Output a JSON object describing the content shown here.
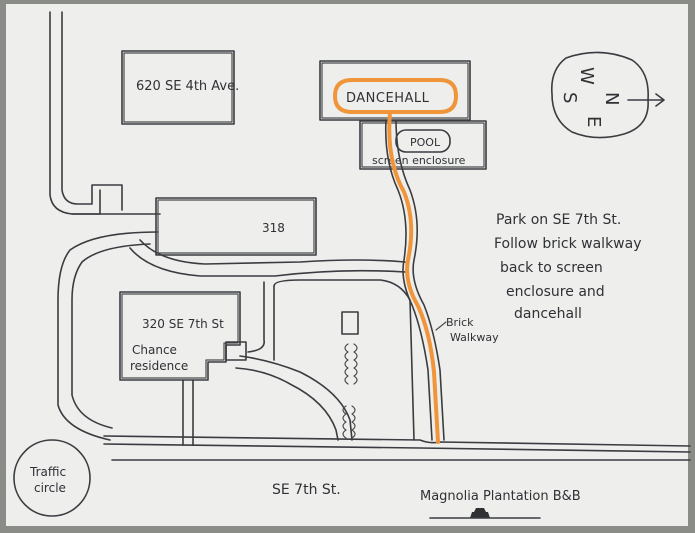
{
  "colors": {
    "paper": "#eeeeed",
    "ink": "#3a3c40",
    "path_highlight": "#f0953a"
  },
  "buildings": {
    "house_620": "620 SE 4th Ave.",
    "dancehall": "DANCEHALL",
    "pool": "POOL",
    "screen_enclosure": "screen enclosure",
    "building_318": "318",
    "residence_320_address": "320 SE 7th St",
    "residence_320_name_line1": "Chance",
    "residence_320_name_line2": "residence"
  },
  "streets": {
    "main_street": "SE 7th St.",
    "traffic_circle_line1": "Traffic",
    "traffic_circle_line2": "circle"
  },
  "walkway": {
    "label_line1": "Brick",
    "label_line2": "Walkway"
  },
  "directions": [
    "Park on SE 7th St.",
    "Follow brick walkway",
    "back to screen",
    "enclosure and",
    "dancehall"
  ],
  "compass": {
    "north": "N",
    "south": "S",
    "east": "E",
    "west": "W",
    "icon": "compass-rose-icon"
  },
  "landmark": {
    "name": "Magnolia Plantation B&B",
    "icon": "house-marker-icon"
  }
}
